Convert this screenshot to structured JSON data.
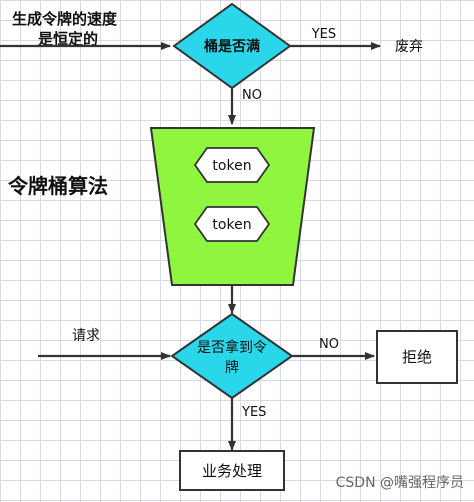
{
  "input": {
    "rate_line1": "生成令牌的速度",
    "rate_line2": "是恒定的",
    "request": "请求"
  },
  "bucket": {
    "title": "令牌桶算法",
    "token_label": "token"
  },
  "decisions": {
    "full_question": "桶是否满",
    "yes_label": "YES",
    "no_label": "NO",
    "get_token_line1": "是否拿到令",
    "get_token_line2": "牌",
    "get_token_no": "NO",
    "get_token_yes": "YES"
  },
  "outcomes": {
    "discard": "废弃",
    "reject": "拒绝",
    "process": "业务处理"
  },
  "watermark": "CSDN @嘴强程序员",
  "colors": {
    "diamond": "#29d6ea",
    "bucket": "#8ff53f",
    "stroke": "#333333"
  }
}
